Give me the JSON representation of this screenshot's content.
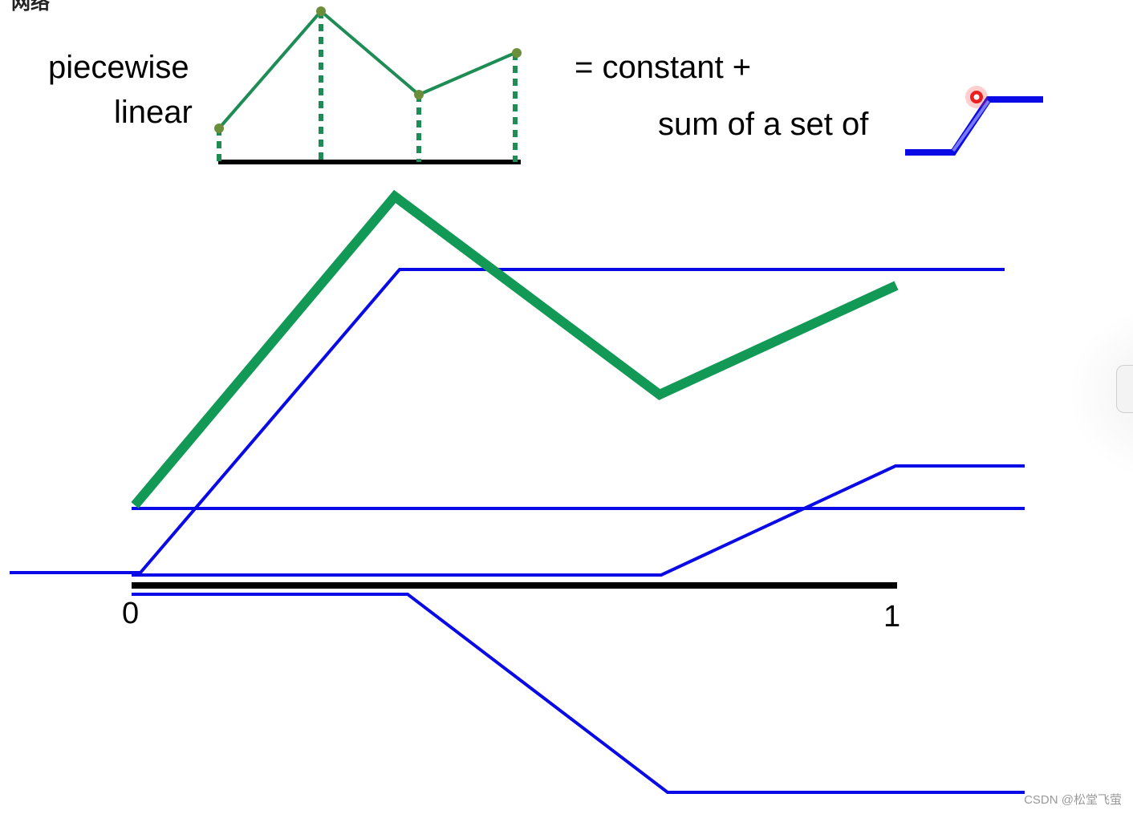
{
  "corner_label": "网络",
  "top_left_text": {
    "line1": "piecewise",
    "line2": "linear"
  },
  "top_right_text": {
    "line1": "= constant  +",
    "line2": "sum of a set of"
  },
  "axis_ticks": {
    "start": "0",
    "end": "1"
  },
  "watermark": "CSDN @松堂飞萤",
  "colors": {
    "piecewise_curve": "#119955",
    "small_curve": "#1e8c55",
    "sigmoid_lines": "#0a0ae6",
    "axis": "#000000",
    "pointer": "#e60000"
  }
}
